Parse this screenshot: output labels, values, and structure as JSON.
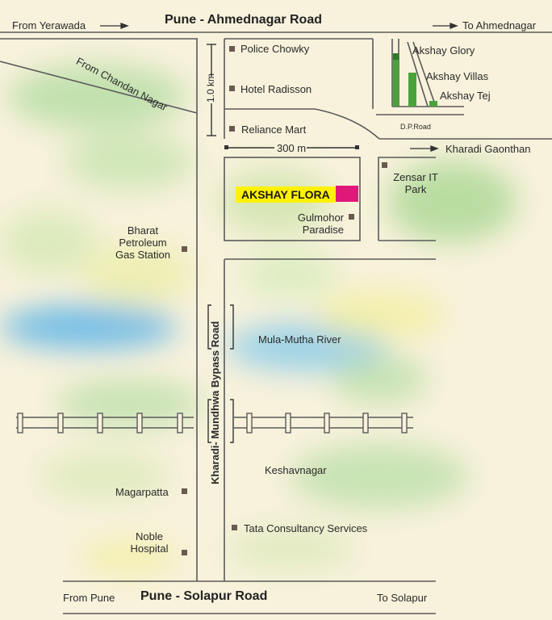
{
  "roads": {
    "top_road": "Pune - Ahmednagar Road",
    "bottom_road": "Pune - Solapur Road",
    "bypass_road": "Kharadi- Mundhwa Bypass Road",
    "dp_road": "D.P.Road"
  },
  "directions": {
    "from_yerawada": "From Yerawada",
    "to_ahmednagar": "To Ahmednagar",
    "from_chandan_nagar": "From Chandan Nagar",
    "kharadi_gaonthan": "Kharadi Gaonthan",
    "from_pune": "From Pune",
    "to_solapur": "To Solapur"
  },
  "distances": {
    "vertical": "1.0 km",
    "horizontal": "300 m"
  },
  "landmarks": {
    "police_chowky": "Police Chowky",
    "hotel_radisson": "Hotel Radisson",
    "reliance_mart": "Reliance Mart",
    "akshay_glory": "Akshay Glory",
    "akshay_villas": "Akshay Villas",
    "akshay_tej": "Akshay Tej",
    "zensar": "Zensar IT Park",
    "akshay_flora": "AKSHAY FLORA",
    "gulmohor": "Gulmohor Paradise",
    "bharat_petroleum": "Bharat Petroleum Gas Station",
    "river": "Mula-Mutha River",
    "keshavnagar": "Keshavnagar",
    "magarpatta": "Magarpatta",
    "tcs": "Tata Consultancy Services",
    "noble_hospital": "Noble Hospital"
  },
  "colors": {
    "background": "#f8f2dc",
    "road_line": "#5a5a5a",
    "green_patch": "#8fce7a",
    "water": "#4aaee8",
    "project_highlight": "#fff200",
    "project_marker": "#e0187a"
  },
  "icons": {
    "landmark_marker": "square-marker-icon",
    "direction_arrow": "arrow-right-icon",
    "railway": "railway-track-icon"
  }
}
